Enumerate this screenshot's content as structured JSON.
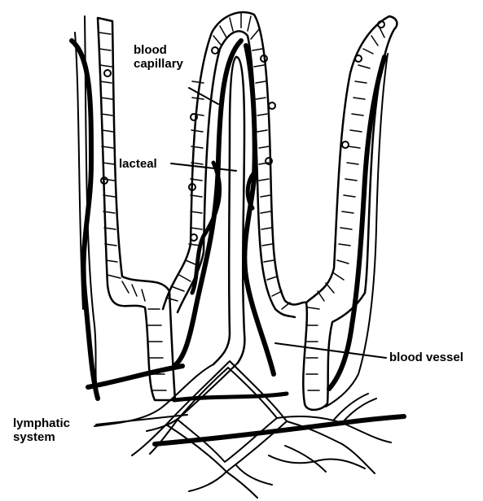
{
  "labels": {
    "blood_capillary_line1": "blood",
    "blood_capillary_line2": "capillary",
    "lacteal": "lacteal",
    "blood_vessel": "blood vessel",
    "lymphatic_line1": "lymphatic",
    "lymphatic_line2": "system"
  },
  "colors": {
    "ink": "#000000",
    "background": "#ffffff"
  }
}
